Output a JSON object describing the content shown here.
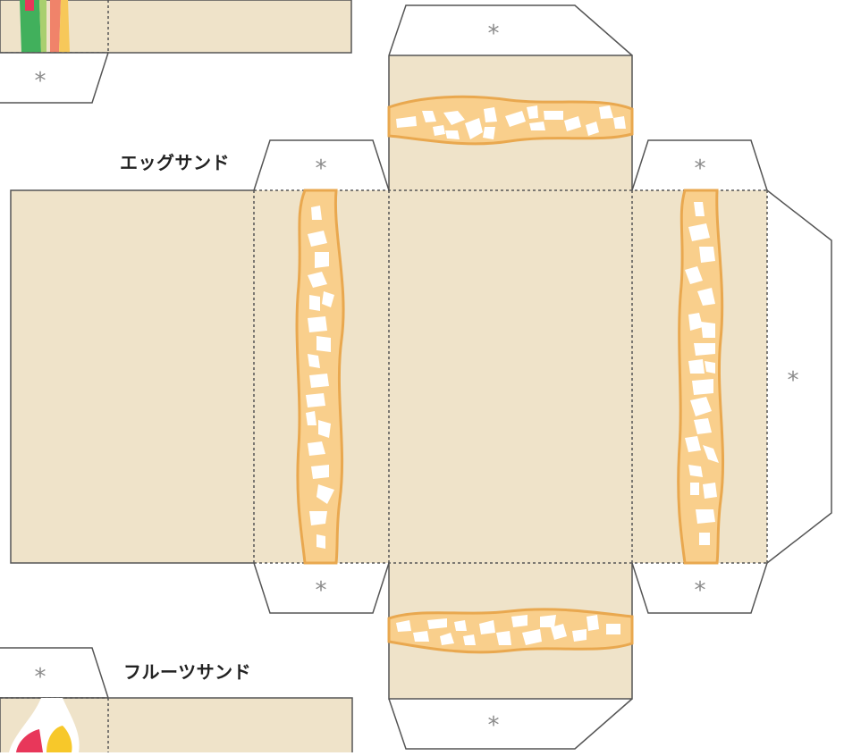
{
  "labels": {
    "egg_sandwich": "エッグサンド",
    "fruit_sandwich": "フルーツサンド"
  },
  "glue_mark": "*",
  "colors": {
    "bread": "#efe3c9",
    "filling": "#f9cf8c",
    "filling_outline": "#e9a84f",
    "egg_white": "#ffffff",
    "outline": "#555555",
    "fold_line": "#555555",
    "glue_mark": "#8a8a8a",
    "veg_green": "#41b05c",
    "veg_lightgreen": "#a9cf6f",
    "veg_red": "#e8375a",
    "veg_salmon": "#f0836a",
    "veg_yellow": "#f7c85a"
  },
  "icons": {
    "glue_tab": "asterisk"
  }
}
